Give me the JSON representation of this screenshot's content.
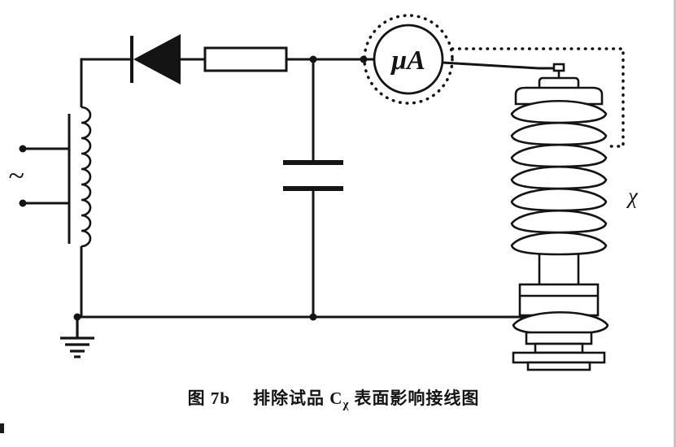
{
  "page": {
    "background": "#ffffff",
    "ink": "#141414"
  },
  "source": {
    "label": "~"
  },
  "meter": {
    "label": "μA"
  },
  "specimen": {
    "label": "χ"
  },
  "caption": {
    "figure": "图 7b",
    "prefix": "排除试品 C",
    "subscript": "χ",
    "suffix": "表面影响接线图"
  }
}
